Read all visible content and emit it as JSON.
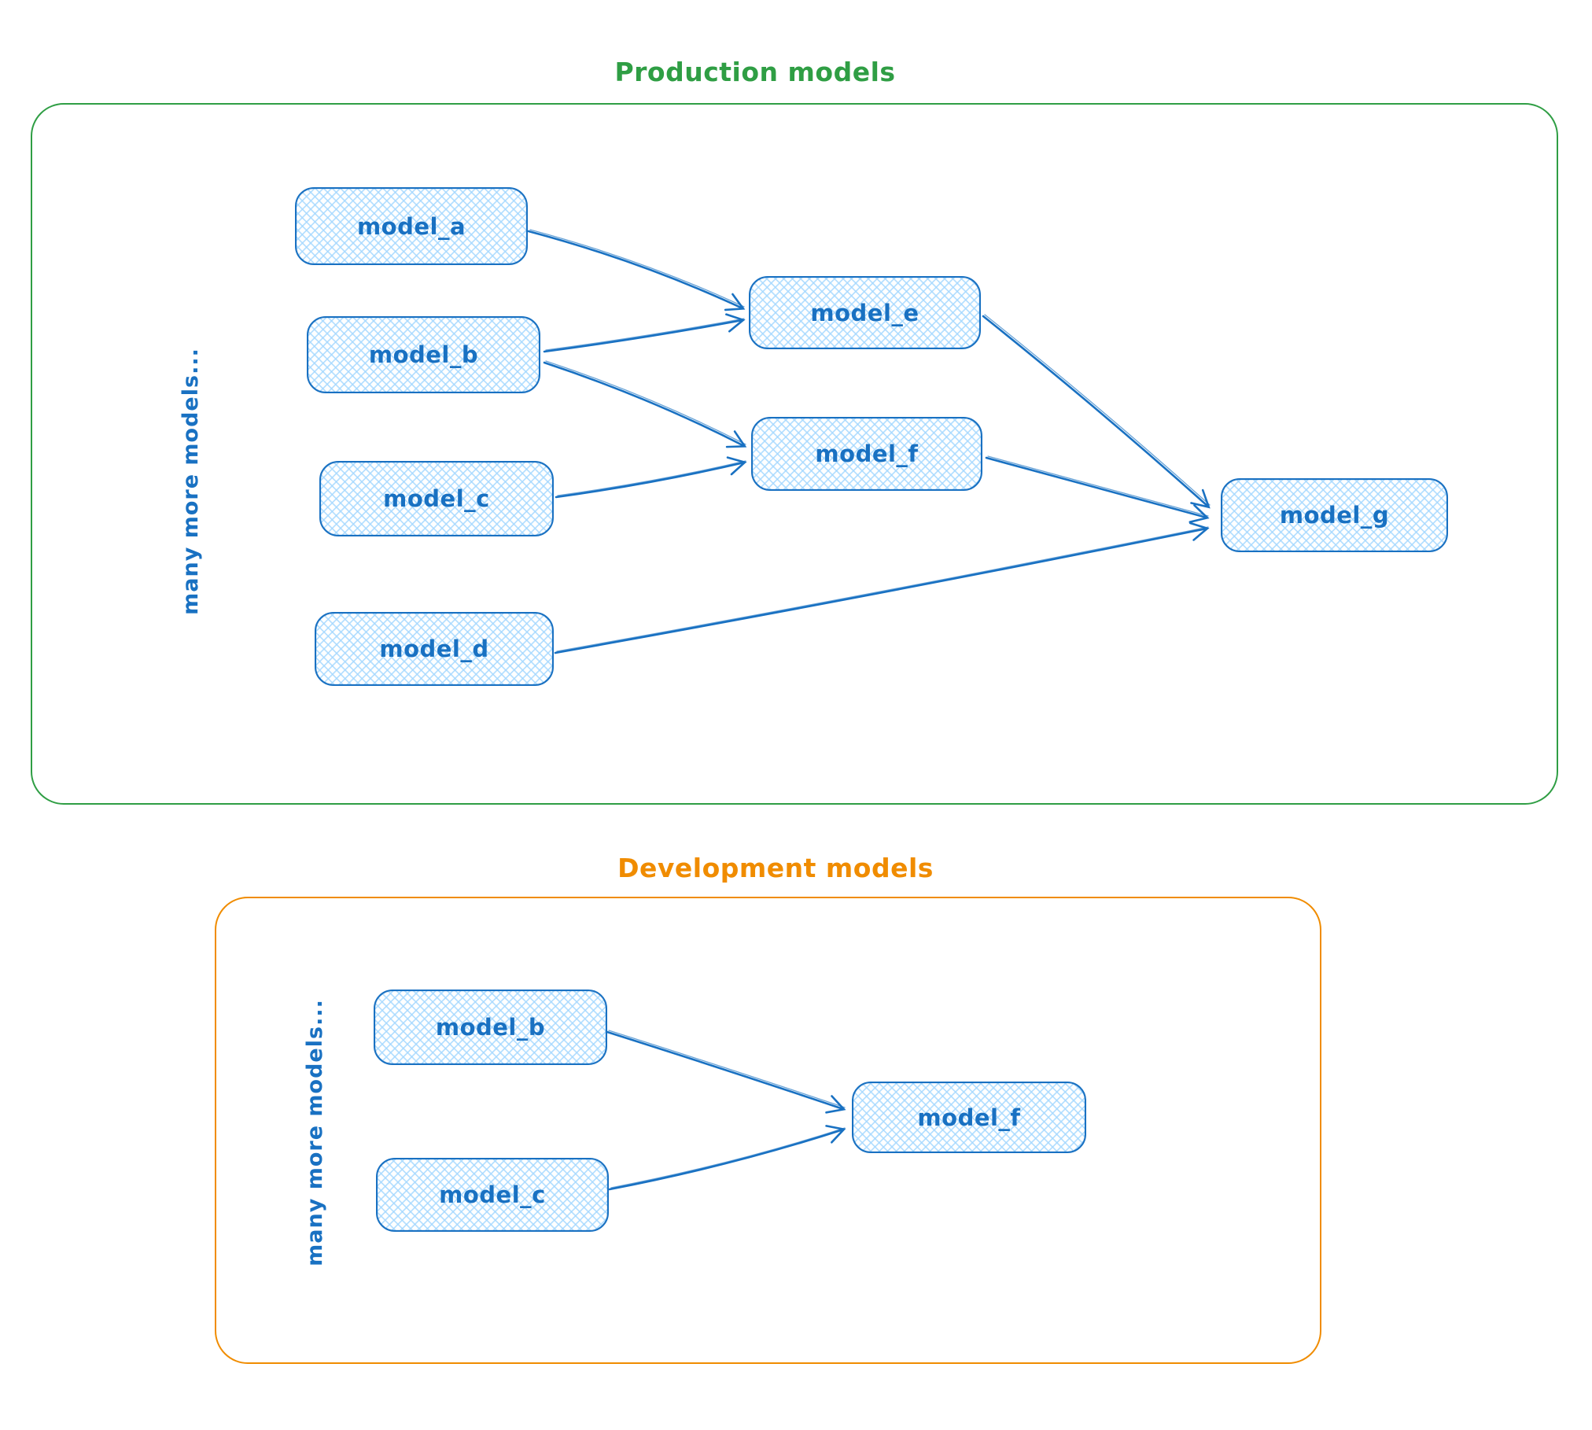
{
  "sections": [
    {
      "id": "production",
      "title": "Production models",
      "accent_color": "#2f9e44",
      "side_label": "many more models...",
      "nodes": [
        {
          "id": "model_a",
          "label": "model_a"
        },
        {
          "id": "model_b",
          "label": "model_b"
        },
        {
          "id": "model_c",
          "label": "model_c"
        },
        {
          "id": "model_d",
          "label": "model_d"
        },
        {
          "id": "model_e",
          "label": "model_e"
        },
        {
          "id": "model_f",
          "label": "model_f"
        },
        {
          "id": "model_g",
          "label": "model_g"
        }
      ],
      "edges": [
        {
          "from": "model_a",
          "to": "model_e"
        },
        {
          "from": "model_b",
          "to": "model_e"
        },
        {
          "from": "model_b",
          "to": "model_f"
        },
        {
          "from": "model_c",
          "to": "model_f"
        },
        {
          "from": "model_e",
          "to": "model_g"
        },
        {
          "from": "model_f",
          "to": "model_g"
        },
        {
          "from": "model_d",
          "to": "model_g"
        }
      ]
    },
    {
      "id": "development",
      "title": "Development models",
      "accent_color": "#f08c00",
      "side_label": "many more models...",
      "nodes": [
        {
          "id": "model_b",
          "label": "model_b"
        },
        {
          "id": "model_c",
          "label": "model_c"
        },
        {
          "id": "model_f",
          "label": "model_f"
        }
      ],
      "edges": [
        {
          "from": "model_b",
          "to": "model_f"
        },
        {
          "from": "model_c",
          "to": "model_f"
        }
      ]
    }
  ],
  "node_style": {
    "stroke_color": "#1971c2",
    "fill_color": "#a5d8ff",
    "fill_style": "cross-hatch"
  }
}
